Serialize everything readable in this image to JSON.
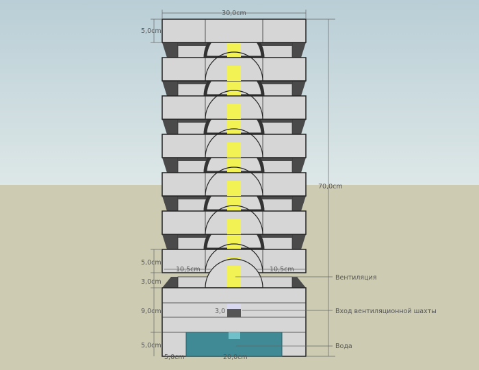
{
  "dimensions": {
    "total_width": "30,0cm",
    "top_slab_height": "5,0cm",
    "total_height": "70,0cm",
    "lower_slab_height": "5,0cm",
    "left_offset": "10,5cm",
    "right_offset": "10,5cm",
    "gap_height": "3,0cm",
    "base_middle_height": "9,0cm",
    "base_bottom_height": "5,0cm",
    "bottom_wall": "5,0cm",
    "water_width": "20,0cm",
    "inlet_height": "3,0"
  },
  "callouts": {
    "ventilation": "Вентиляция",
    "shaft_inlet": "Вход вентиляционной шахты",
    "water": "Вода"
  },
  "colors": {
    "sky": "#cbdade",
    "ground": "#cdccb3",
    "stone": "#d6d6d6",
    "dark": "#4a4a4a",
    "vent": "#f2f254",
    "water": "#3f8a95"
  }
}
